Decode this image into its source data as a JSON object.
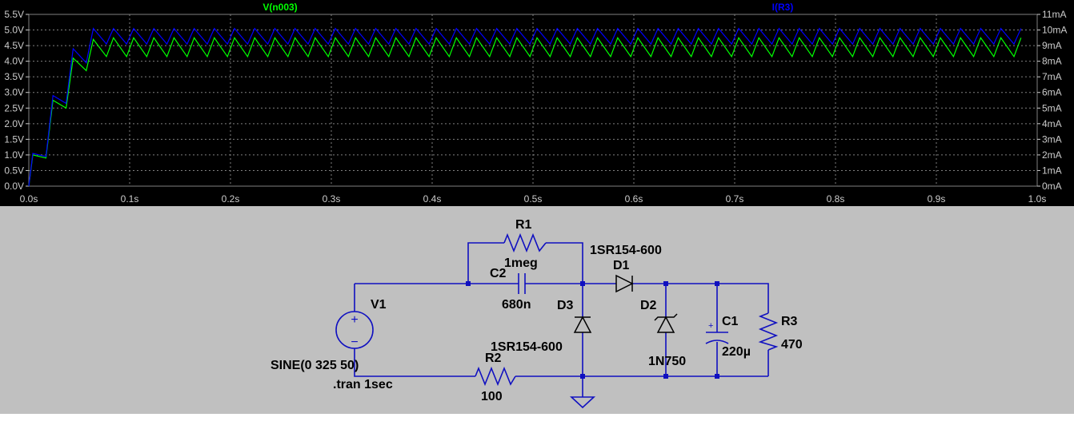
{
  "plot": {
    "traces": [
      {
        "name": "V(n003)",
        "color": "#00ff00"
      },
      {
        "name": "I(R3)",
        "color": "#0000ff"
      }
    ],
    "left_axis": {
      "ticks": [
        "0.0V",
        "0.5V",
        "1.0V",
        "1.5V",
        "2.0V",
        "2.5V",
        "3.0V",
        "3.5V",
        "4.0V",
        "4.5V",
        "5.0V",
        "5.5V"
      ]
    },
    "right_axis": {
      "ticks": [
        "0mA",
        "1mA",
        "2mA",
        "3mA",
        "4mA",
        "5mA",
        "6mA",
        "7mA",
        "8mA",
        "9mA",
        "10mA",
        "11mA"
      ]
    },
    "x_axis": {
      "ticks": [
        "0.0s",
        "0.1s",
        "0.2s",
        "0.3s",
        "0.4s",
        "0.5s",
        "0.6s",
        "0.7s",
        "0.8s",
        "0.9s",
        "1.0s"
      ]
    },
    "grid_color": "#808080"
  },
  "chart_data": {
    "type": "line",
    "xlim": [
      0,
      1.0
    ],
    "ylim_left": [
      0,
      5.5
    ],
    "ylim_right": [
      0,
      11
    ],
    "x_unit": "s",
    "series": [
      {
        "name": "V(n003)",
        "axis": "left",
        "ripple_period_s": 0.02,
        "steady_state_min_V": 4.15,
        "steady_state_max_V": 4.75,
        "startup_points": [
          [
            0,
            0
          ],
          [
            0.004,
            1.0
          ],
          [
            0.017,
            0.9
          ],
          [
            0.024,
            2.75
          ],
          [
            0.037,
            2.5
          ],
          [
            0.044,
            4.1
          ],
          [
            0.057,
            3.7
          ],
          [
            0.064,
            4.7
          ]
        ]
      },
      {
        "name": "I(R3)",
        "axis": "right",
        "ripple_period_s": 0.02,
        "steady_state_min_mA": 9.1,
        "steady_state_max_mA": 10.1,
        "startup_points": [
          [
            0,
            0
          ],
          [
            0.004,
            2.1
          ],
          [
            0.017,
            1.9
          ],
          [
            0.024,
            5.8
          ],
          [
            0.037,
            5.3
          ],
          [
            0.044,
            8.8
          ],
          [
            0.057,
            7.9
          ],
          [
            0.064,
            10.1
          ]
        ]
      }
    ]
  },
  "schematic": {
    "R1": {
      "name": "R1",
      "value": "1meg"
    },
    "C2": {
      "name": "C2",
      "value": "680n"
    },
    "D1": {
      "name": "D1",
      "model": "1SR154-600"
    },
    "D3": {
      "name": "D3",
      "model": "1SR154-600"
    },
    "D2": {
      "name": "D2",
      "model": "1N750"
    },
    "C1": {
      "name": "C1",
      "value": "220µ"
    },
    "R3": {
      "name": "R3",
      "value": "470"
    },
    "R2": {
      "name": "R2",
      "value": "100"
    },
    "V1": {
      "name": "V1",
      "value": "SINE(0 325 50)"
    },
    "directive": ".tran 1sec"
  }
}
